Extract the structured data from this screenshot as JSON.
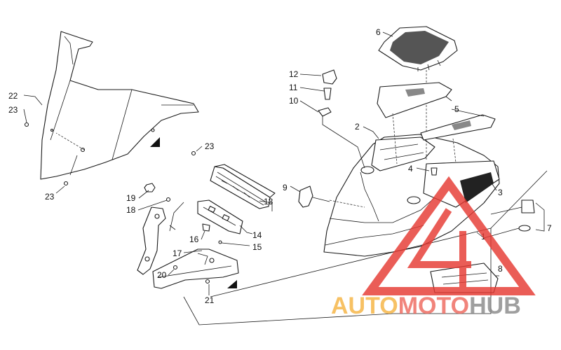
{
  "labels": {
    "c1": "1",
    "c2": "2",
    "c3": "3",
    "c4": "4",
    "c5": "5",
    "c6": "6",
    "c7": "7",
    "c8": "8",
    "c9": "9",
    "c10": "10",
    "c11": "11",
    "c12": "12",
    "c13": "13",
    "c14": "14",
    "c15": "15",
    "c16": "16",
    "c17": "17",
    "c18": "18",
    "c19": "19",
    "c20": "20",
    "c21": "21",
    "c22": "22",
    "c23a": "23",
    "c23b": "23",
    "c23c": "23"
  },
  "watermark": {
    "brand": "AUTOMOTOHUB",
    "colors": {
      "auto": "#f6b443",
      "moto": "#ee6a5f",
      "hub": "#8a8a8a",
      "triangle": "#e63a33"
    }
  }
}
